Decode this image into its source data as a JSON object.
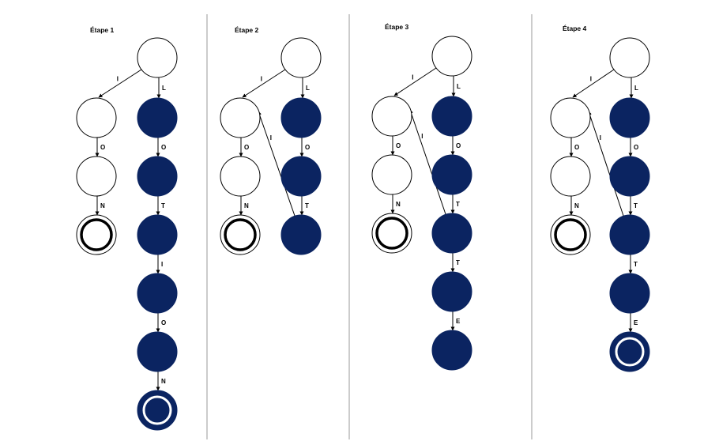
{
  "colors": {
    "filled": "#0b2461",
    "outline": "#000000",
    "empty": "#ffffff",
    "separator": "#9a9a9a"
  },
  "panels": [
    {
      "title": "Étape 1",
      "nodes": [
        {
          "id": "root",
          "filled": false,
          "final": false
        },
        {
          "id": "a1",
          "filled": false,
          "final": false
        },
        {
          "id": "a2",
          "filled": false,
          "final": false
        },
        {
          "id": "a3",
          "filled": false,
          "final": true
        },
        {
          "id": "b1",
          "filled": true,
          "final": false
        },
        {
          "id": "b2",
          "filled": true,
          "final": false
        },
        {
          "id": "b3",
          "filled": true,
          "final": false
        },
        {
          "id": "b4",
          "filled": true,
          "final": false
        },
        {
          "id": "b5",
          "filled": true,
          "final": false
        },
        {
          "id": "b6",
          "filled": true,
          "final": true
        }
      ],
      "edges": [
        {
          "from": "root",
          "to": "a1",
          "label": "I"
        },
        {
          "from": "root",
          "to": "b1",
          "label": "L"
        },
        {
          "from": "a1",
          "to": "a2",
          "label": "O"
        },
        {
          "from": "a2",
          "to": "a3",
          "label": "N"
        },
        {
          "from": "b1",
          "to": "b2",
          "label": "O"
        },
        {
          "from": "b2",
          "to": "b3",
          "label": "T"
        },
        {
          "from": "b3",
          "to": "b4",
          "label": "I"
        },
        {
          "from": "b4",
          "to": "b5",
          "label": "O"
        },
        {
          "from": "b5",
          "to": "b6",
          "label": "N"
        }
      ]
    },
    {
      "title": "Étape 2",
      "nodes": [
        {
          "id": "root",
          "filled": false,
          "final": false
        },
        {
          "id": "a1",
          "filled": false,
          "final": false
        },
        {
          "id": "a2",
          "filled": false,
          "final": false
        },
        {
          "id": "a3",
          "filled": false,
          "final": true
        },
        {
          "id": "b1",
          "filled": true,
          "final": false
        },
        {
          "id": "b2",
          "filled": true,
          "final": false
        },
        {
          "id": "b3",
          "filled": true,
          "final": false
        }
      ],
      "edges": [
        {
          "from": "root",
          "to": "a1",
          "label": "I"
        },
        {
          "from": "root",
          "to": "b1",
          "label": "L"
        },
        {
          "from": "a1",
          "to": "a2",
          "label": "O"
        },
        {
          "from": "a2",
          "to": "a3",
          "label": "N"
        },
        {
          "from": "b1",
          "to": "b2",
          "label": "O"
        },
        {
          "from": "b2",
          "to": "b3",
          "label": "T"
        },
        {
          "from": "b3",
          "to": "a1",
          "label": "I",
          "back": true
        }
      ]
    },
    {
      "title": "Étape 3",
      "nodes": [
        {
          "id": "root",
          "filled": false,
          "final": false
        },
        {
          "id": "a1",
          "filled": false,
          "final": false
        },
        {
          "id": "a2",
          "filled": false,
          "final": false
        },
        {
          "id": "a3",
          "filled": false,
          "final": true
        },
        {
          "id": "b1",
          "filled": true,
          "final": false
        },
        {
          "id": "b2",
          "filled": true,
          "final": false
        },
        {
          "id": "b3",
          "filled": true,
          "final": false
        },
        {
          "id": "b4",
          "filled": true,
          "final": false
        },
        {
          "id": "b5",
          "filled": true,
          "final": false
        }
      ],
      "edges": [
        {
          "from": "root",
          "to": "a1",
          "label": "I"
        },
        {
          "from": "root",
          "to": "b1",
          "label": "L"
        },
        {
          "from": "a1",
          "to": "a2",
          "label": "O"
        },
        {
          "from": "a2",
          "to": "a3",
          "label": "N"
        },
        {
          "from": "b1",
          "to": "b2",
          "label": "O"
        },
        {
          "from": "b2",
          "to": "b3",
          "label": "T"
        },
        {
          "from": "b3",
          "to": "b4",
          "label": "T"
        },
        {
          "from": "b4",
          "to": "b5",
          "label": "E"
        },
        {
          "from": "b3",
          "to": "a1",
          "label": "I",
          "back": true
        }
      ]
    },
    {
      "title": "Étape 4",
      "nodes": [
        {
          "id": "root",
          "filled": false,
          "final": false
        },
        {
          "id": "a1",
          "filled": false,
          "final": false
        },
        {
          "id": "a2",
          "filled": false,
          "final": false
        },
        {
          "id": "a3",
          "filled": false,
          "final": true
        },
        {
          "id": "b1",
          "filled": true,
          "final": false
        },
        {
          "id": "b2",
          "filled": true,
          "final": false
        },
        {
          "id": "b3",
          "filled": true,
          "final": false
        },
        {
          "id": "b4",
          "filled": true,
          "final": false
        },
        {
          "id": "b5",
          "filled": true,
          "final": true
        }
      ],
      "edges": [
        {
          "from": "root",
          "to": "a1",
          "label": "I"
        },
        {
          "from": "root",
          "to": "b1",
          "label": "L"
        },
        {
          "from": "a1",
          "to": "a2",
          "label": "O"
        },
        {
          "from": "a2",
          "to": "a3",
          "label": "N"
        },
        {
          "from": "b1",
          "to": "b2",
          "label": "O"
        },
        {
          "from": "b2",
          "to": "b3",
          "label": "T"
        },
        {
          "from": "b3",
          "to": "b4",
          "label": "T"
        },
        {
          "from": "b4",
          "to": "b5",
          "label": "E"
        },
        {
          "from": "b3",
          "to": "a1",
          "label": "I",
          "back": true
        }
      ]
    }
  ]
}
